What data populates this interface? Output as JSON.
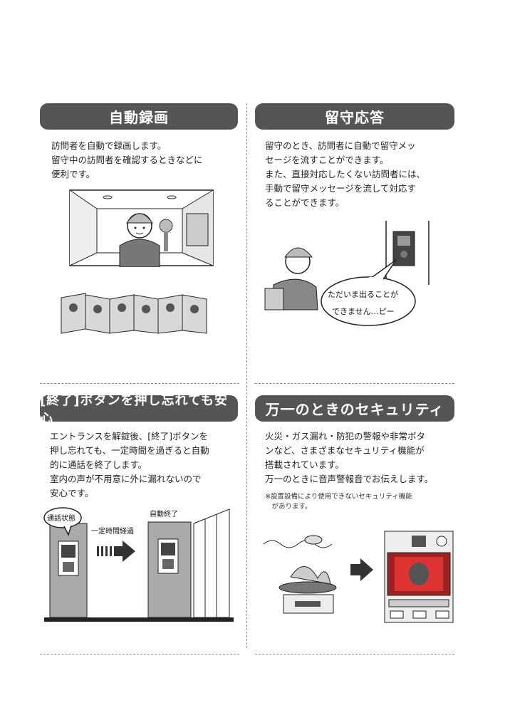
{
  "sections": [
    {
      "title": "自動録画",
      "text": "訪問者を自動で録画します。\n留守中の訪問者を確認するときなどに\n便利です。"
    },
    {
      "title": "留守応答",
      "text": "留守のとき、訪問者に自動で留守メッ\nセージを流すことができます。\nまた、直接対応したくない訪問者には、\n手動で留守メッセージを流して対応す\nることができます。",
      "bubble_line1": "ただいま出ることが",
      "bubble_line2": "できません…ピー"
    },
    {
      "title": "[終了]ボタンを押し忘れても安心",
      "text": "エントランスを解錠後、[終了]ボタンを\n押し忘れても、一定時間を過ぎると自動\n的に通話を終了します。\n室内の声が不用意に外に漏れないので\n安心です。",
      "label_call": "通話状態",
      "label_elapsed": "一定時間経過",
      "label_end": "自動終了"
    },
    {
      "title": "万一のときのセキュリティ",
      "text": "火災・ガス漏れ・防犯の警報や非常ボタ\nンなど、さまざまなセキュリティ機能が\n搭載されています。\n万一のときに音声警報音でお伝えします。",
      "note": "※設置設備により使用できないセキュリティ機能\n　があります。"
    }
  ]
}
